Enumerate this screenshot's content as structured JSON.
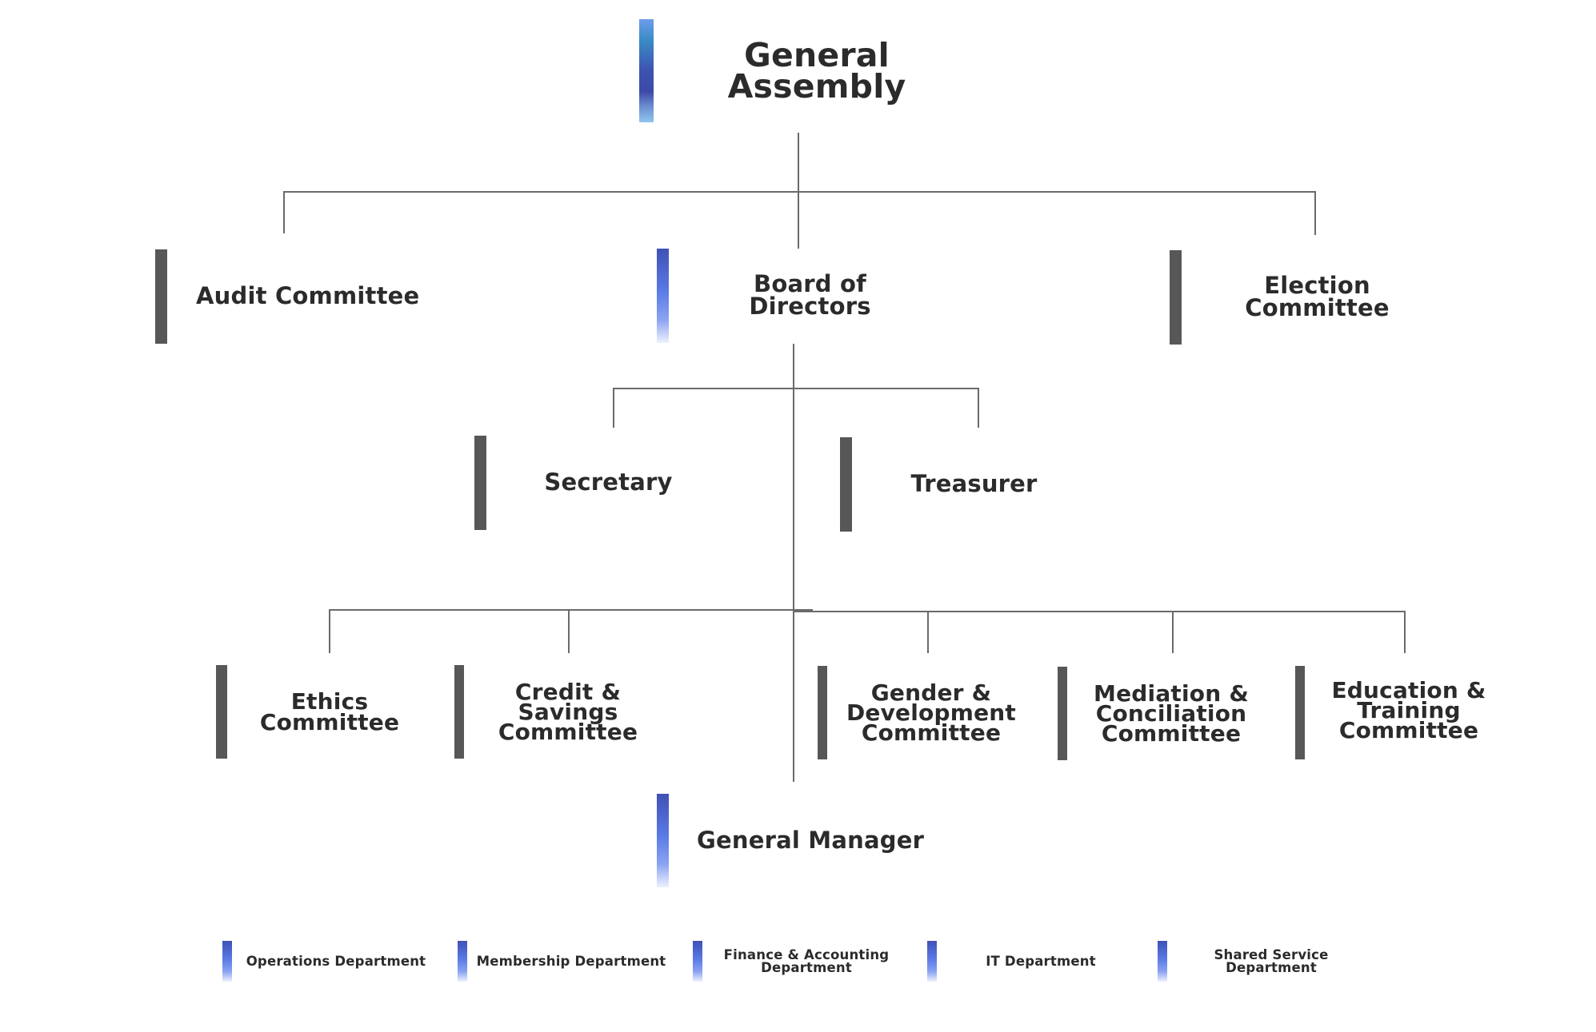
{
  "chart": {
    "root": "General Assembly",
    "level1": {
      "left": "Audit Committee",
      "center": "Board of Directors",
      "right": "Election Committee"
    },
    "officers": [
      "Secretary",
      "Treasurer"
    ],
    "committees": [
      "Ethics Committee",
      "Credit & Savings Committee",
      "Gender & Development Committee",
      "Mediation & Conciliation Committee",
      "Education & Training Committee"
    ],
    "committees_lines": [
      [
        "Ethics",
        "Committee"
      ],
      [
        "Credit & Savings",
        "Committee"
      ],
      [
        "Gender &",
        "Development",
        "Committee"
      ],
      [
        "Mediation &",
        "Conciliation",
        "Committee"
      ],
      [
        "Education &",
        "Training",
        "Committee"
      ]
    ],
    "manager": "General Manager",
    "departments": [
      "Operations Department",
      "Membership Department",
      "Finance & Accounting Department",
      "IT Department",
      "Shared Service Department"
    ],
    "department_lines": [
      [
        "Operations Department"
      ],
      [
        "Membership Department"
      ],
      [
        "Finance & Accounting",
        "Department"
      ],
      [
        "IT Department"
      ],
      [
        "Shared Service Department"
      ]
    ],
    "root_lines": [
      "General",
      "Assembly"
    ]
  },
  "colors": {
    "accent_blue": "#3f51b5",
    "accent_gray": "#575757",
    "connector": "#6a6a6a",
    "text": "#2b2b2b"
  }
}
